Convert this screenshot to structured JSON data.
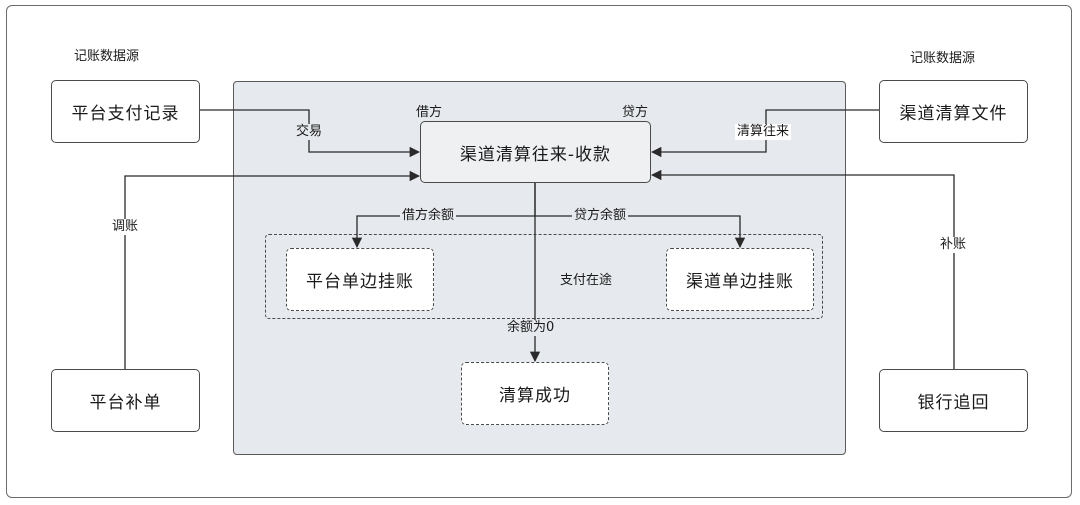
{
  "sources": {
    "left_label": "记账数据源",
    "right_label": "记账数据源"
  },
  "nodes": {
    "platform_payment": "平台支付记录",
    "channel_file": "渠道清算文件",
    "central": "渠道清算往来-收款",
    "platform_single": "平台单边挂账",
    "channel_single": "渠道单边挂账",
    "settle_success": "清算成功",
    "platform_supplement": "平台补单",
    "bank_recover": "银行追回"
  },
  "labels": {
    "debit": "借方",
    "credit": "贷方",
    "transaction": "交易",
    "clearing": "清算往来",
    "adjust": "调账",
    "supplement": "补账",
    "debit_balance": "借方余额",
    "credit_balance": "贷方余额",
    "in_transit": "支付在途",
    "zero_balance": "余额为0"
  }
}
